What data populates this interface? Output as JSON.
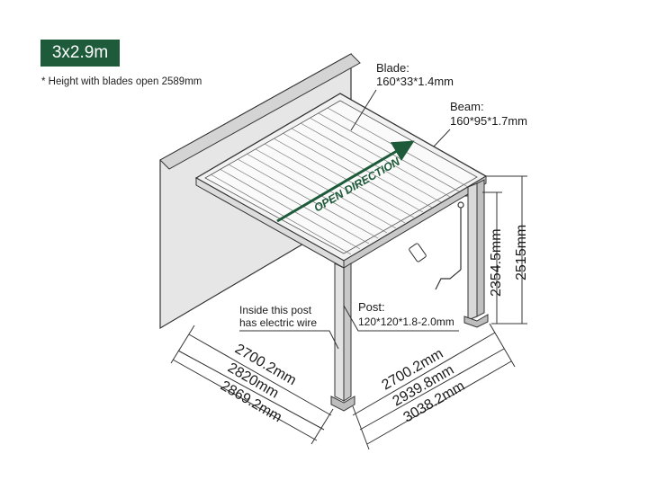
{
  "header": {
    "size_badge": "3x2.9m",
    "note": "* Height with blades open 2589mm"
  },
  "labels": {
    "blade_title": "Blade:",
    "blade_spec": "160*33*1.4mm",
    "beam_title": "Beam:",
    "beam_spec": "160*95*1.7mm",
    "post_title": "Post:",
    "post_spec": "120*120*1.8-2.0mm",
    "wire_line1": "Inside this post",
    "wire_line2": "has electric wire",
    "open_direction": "OPEN DIRECTION"
  },
  "dimensions": {
    "left_depth": [
      "2700.2mm",
      "2820mm",
      "2869.2mm"
    ],
    "right_width": [
      "2700.2mm",
      "2939.8mm",
      "3038.2mm"
    ],
    "height_inner": "2354.5mm",
    "height_total": "2515mm"
  },
  "colors": {
    "accent_green": "#1e5b3a",
    "wall_fill": "#e6e6e6",
    "line": "#333333"
  }
}
